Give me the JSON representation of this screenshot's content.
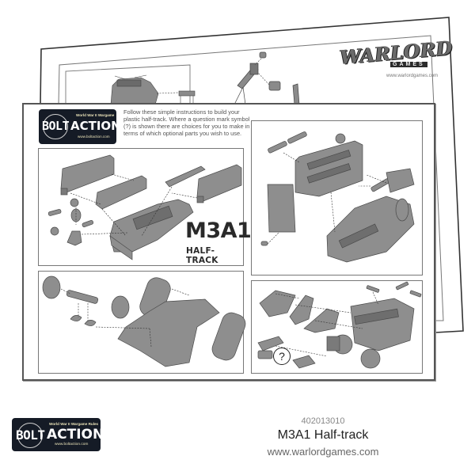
{
  "back_sheet": {
    "brand": {
      "name": "WARLORD",
      "sub": "GAMES",
      "url": "www.warlordgames.com"
    }
  },
  "front_sheet": {
    "logo": {
      "tagline": "World War II Wargame",
      "word1": "BOLT",
      "word2": "ACTION",
      "url": "www.boltaction.com"
    },
    "intro": "Follow these simple instructions to build your plastic half-track. Where a question mark symbol (?) is shown there are choices for you to make in terms of which optional parts you wish to use.",
    "title": "M3A1",
    "subtitle": "HALF-TRACK",
    "question_mark": "?",
    "panels": [
      {
        "name": "step-hull-sides"
      },
      {
        "name": "step-chassis-wheels"
      },
      {
        "name": "step-rear-body"
      },
      {
        "name": "step-final-assembly"
      }
    ]
  },
  "footer": {
    "logo": {
      "tagline": "World War II Wargame Rules",
      "word1": "BOLT",
      "word2": "ACTION",
      "url": "www.boltaction.com"
    },
    "product_code": "402013010",
    "product_name": "M3A1 Half-track",
    "website": "www.warlordgames.com"
  },
  "colors": {
    "logo_bg": "#151b26",
    "logo_accent": "#e9e2b8",
    "border": "#555555",
    "part_fill": "#8a8a8a"
  }
}
